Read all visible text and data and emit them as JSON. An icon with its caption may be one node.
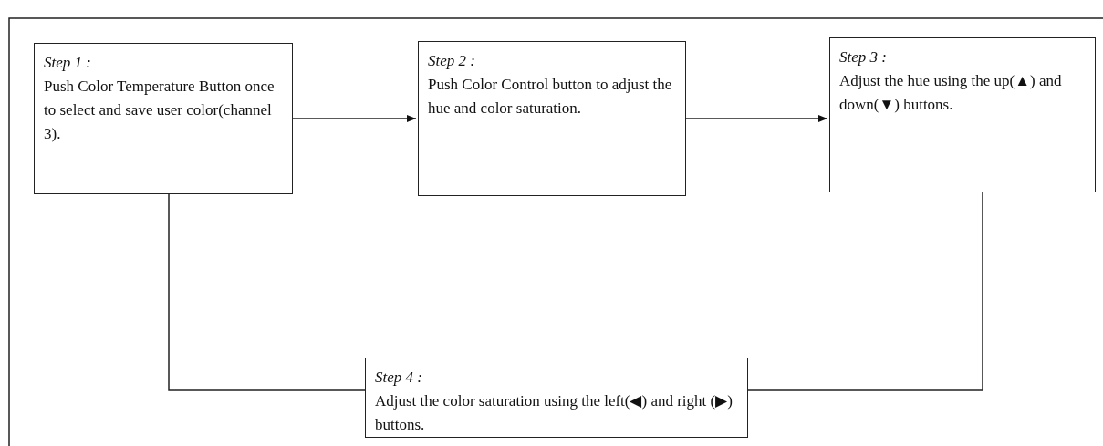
{
  "diagram": {
    "nodes": [
      {
        "text": [
          "Step 1 :",
          "Push Color Temperature Button once to select and save user color(channel 3)."
        ]
      },
      {
        "text": [
          "Step 2 :",
          "Push Color Control button to adjust the hue and color saturation."
        ]
      },
      {
        "text": [
          "Step 3 :",
          "Adjust the hue using the up(▲) and down(▼) buttons."
        ]
      },
      {
        "text": [
          "Step 4 :",
          "Adjust the color saturation using the left(◀) and right (▶) buttons."
        ]
      }
    ],
    "edges": [
      {
        "from": 0,
        "to": 1,
        "arrow": "to"
      },
      {
        "from": 1,
        "to": 2,
        "arrow": "to"
      },
      {
        "from": 0,
        "to": 3,
        "arrow": "none"
      },
      {
        "from": 2,
        "to": 3,
        "arrow": "none"
      }
    ]
  }
}
